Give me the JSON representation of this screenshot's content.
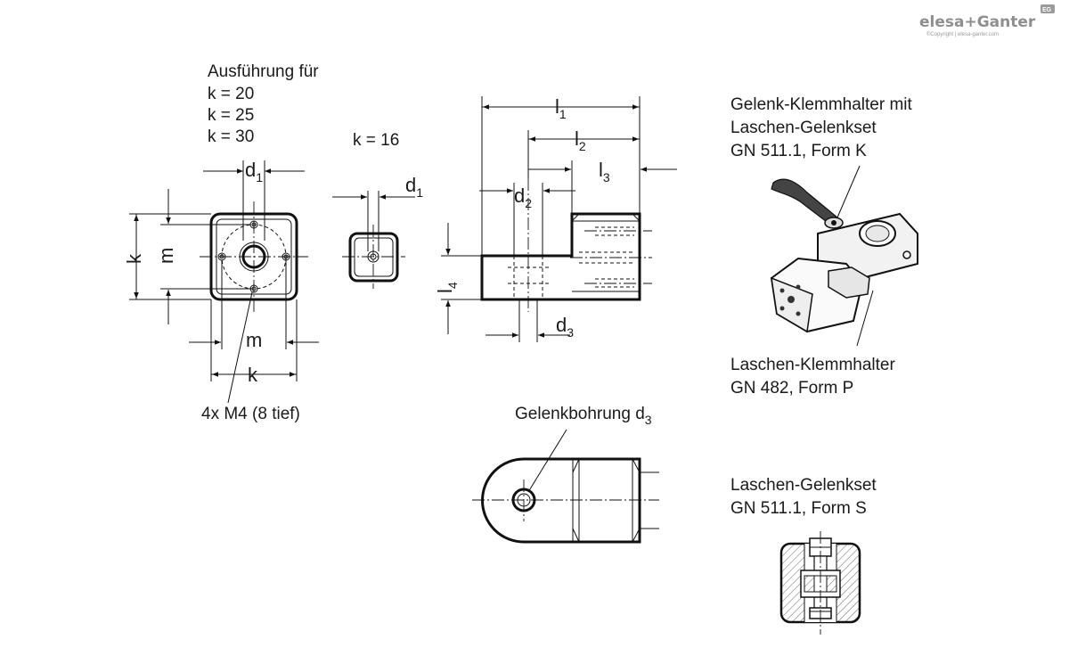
{
  "logo": {
    "brand": "elesa+Ganter",
    "copyright": "©Copyright | elesa-ganter.com",
    "badge": "EG",
    "color": "#8f8f8f"
  },
  "front_view": {
    "variant_heading": "Ausführung für",
    "variants": [
      "k = 20",
      "k = 25",
      "k = 30"
    ],
    "dim_d1": "d",
    "dim_d1_sub": "1",
    "dim_k_vertical": "k",
    "dim_m_vertical": "m",
    "dim_m_horizontal": "m",
    "dim_k_horizontal": "k",
    "thread_note": "4x M4 (8 tief)"
  },
  "small_view": {
    "variant": "k = 16",
    "dim_d1": "d",
    "dim_d1_sub": "1"
  },
  "side_view": {
    "dim_l1": "l",
    "dim_l1_sub": "1",
    "dim_l2": "l",
    "dim_l2_sub": "2",
    "dim_l3": "l",
    "dim_l3_sub": "3",
    "dim_l4": "l",
    "dim_l4_sub": "4",
    "dim_d2": "d",
    "dim_d2_sub": "2",
    "dim_d3": "d",
    "dim_d3_sub": "3"
  },
  "top_view": {
    "bore_label": "Gelenkbohrung d",
    "bore_label_sub": "3"
  },
  "callouts": {
    "assembly_lines": [
      "Gelenk-Klemmhalter mit",
      "Laschen-Gelenkset",
      "GN 511.1, Form K"
    ],
    "clamp_lines": [
      "Laschen-Klemmhalter",
      "GN 482, Form P"
    ],
    "set_lines": [
      "Laschen-Gelenkset",
      "GN 511.1, Form S"
    ]
  }
}
